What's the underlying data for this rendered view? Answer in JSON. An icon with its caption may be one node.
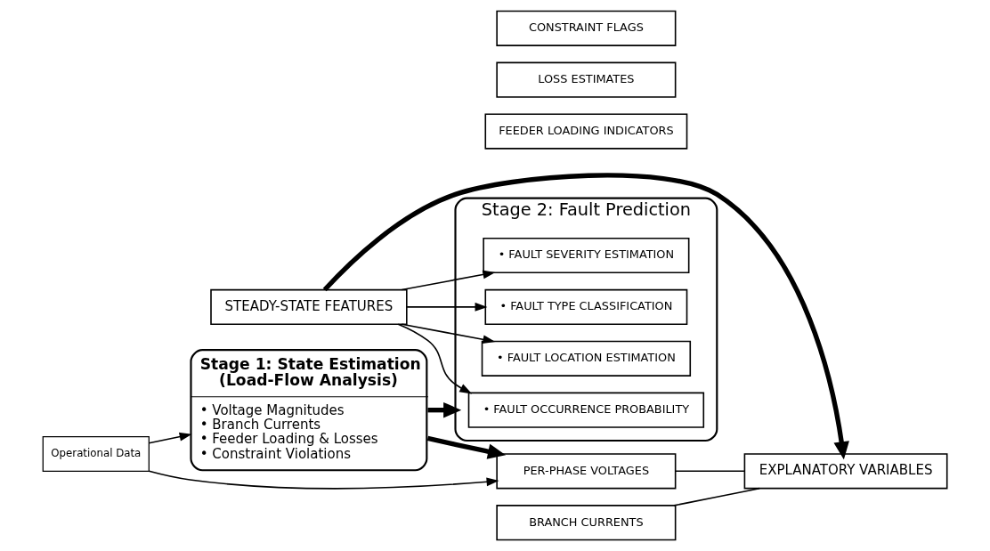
{
  "diagram": {
    "nodes": [
      {
        "text": [
          "Stage 1: State Estimation",
          "(Load-Flow Analysis)",
          "• Voltage Magnitudes",
          "• Branch Currents",
          "• Feeder Loading & Losses",
          "• Constraint Violations"
        ]
      },
      {
        "text": [
          "Stage 2: Fault Prediction"
        ]
      },
      {
        "text": [
          "• FAULT OCCURRENCE PROBABILITY"
        ],
        "in": 1
      },
      {
        "text": [
          "• FAULT TYPE CLASSIFICATION"
        ],
        "in": 1
      },
      {
        "text": [
          "• FAULT LOCATION ESTIMATION"
        ],
        "in": 1
      },
      {
        "text": [
          "• FAULT SEVERITY ESTIMATION"
        ],
        "in": 1
      },
      {
        "text": [
          "STEADY-STATE FEATURES"
        ]
      },
      {
        "text": [
          "Operational Data"
        ]
      },
      {
        "text": [
          "PER-PHASE VOLTAGES"
        ]
      },
      {
        "text": [
          "BRANCH CURRENTS"
        ]
      },
      {
        "text": [
          "FEEDER LOADING INDICATORS"
        ]
      },
      {
        "text": [
          "LOSS ESTIMATES"
        ]
      },
      {
        "text": [
          "CONSTRAINT FLAGS"
        ]
      },
      {
        "text": [
          "EXPLANATORY VARIABLES"
        ]
      }
    ],
    "edges": [
      {
        "from": 0,
        "to": 1,
        "arrow": "to",
        "style": "thick"
      },
      {
        "from": 7,
        "to": 0,
        "arrow": "to"
      },
      {
        "from": 7,
        "to": 8,
        "arrow": "to"
      },
      {
        "from": 0,
        "to": 8,
        "arrow": "to",
        "style": "thick"
      },
      {
        "from": 6,
        "to": 13,
        "arrow": "to",
        "style": "thick"
      },
      {
        "from": 6,
        "to": 2,
        "arrow": "to"
      },
      {
        "from": 6,
        "to": 3,
        "arrow": "to"
      },
      {
        "from": 6,
        "to": 4,
        "arrow": "to"
      },
      {
        "from": 6,
        "to": 5,
        "arrow": "to"
      },
      {
        "from": 8,
        "to": 13,
        "arrow": "none"
      },
      {
        "from": 9,
        "to": 13,
        "arrow": "none"
      }
    ]
  }
}
